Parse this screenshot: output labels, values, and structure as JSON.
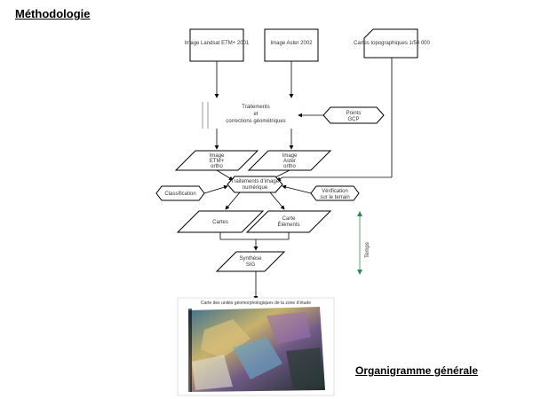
{
  "page_title": "Méthodologie",
  "footer_title": "Organigramme générale",
  "nodes": {
    "input_1": "Image Landsat ETM+ 2001",
    "input_2": "Image Aster 2002",
    "input_3": "Cartes topographiques 1/50 000",
    "process_main": [
      "Traitements",
      "et",
      "corrections géométriques"
    ],
    "pts": [
      "Points",
      "GCP"
    ],
    "output_left": [
      "Image",
      "ETM+",
      "ortho"
    ],
    "output_mid": [
      "Image",
      "Aster",
      "ortho"
    ],
    "process_mid": [
      "Traitements d’image",
      "numérique"
    ],
    "side_left": "Classification",
    "side_right": [
      "Vérification",
      "sur le terrain"
    ],
    "low_left": "Cartes",
    "low_mid": [
      "Carte",
      "Éléments"
    ],
    "final": [
      "Synthèse",
      "SIG"
    ],
    "timeline": "Temps"
  },
  "map_caption": "Carte des unités géomorphologiques de la zone d’étude",
  "colors": {
    "arrow": "#000000",
    "accent": "#2e8b57"
  }
}
